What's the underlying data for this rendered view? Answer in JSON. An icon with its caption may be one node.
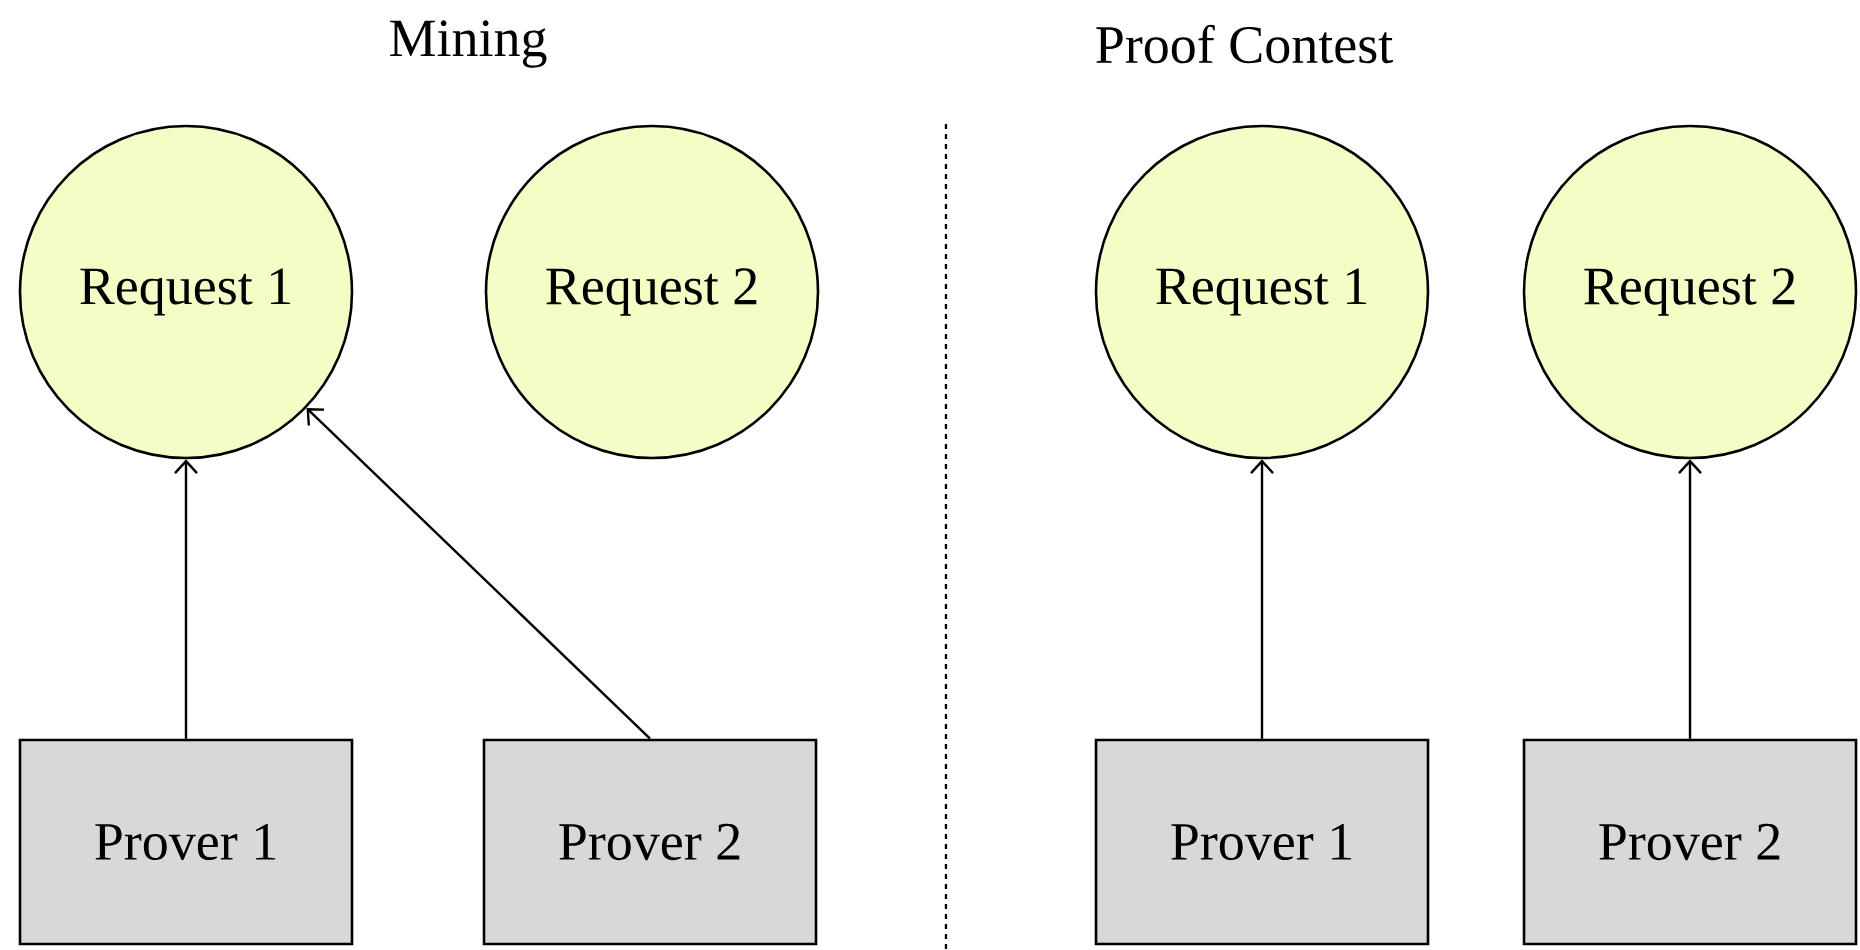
{
  "diagram": {
    "nodes": [
      {
        "text": [
          "Request 1"
        ]
      },
      {
        "text": [
          "Request 2"
        ]
      },
      {
        "text": [
          "Prover 1"
        ]
      },
      {
        "text": [
          "Prover 2"
        ]
      },
      {
        "text": [
          "Request 1"
        ]
      },
      {
        "text": [
          "Request 2"
        ]
      },
      {
        "text": [
          "Prover 1"
        ]
      },
      {
        "text": [
          "Prover 2"
        ]
      }
    ],
    "edges": [
      {
        "from": 2,
        "to": 0,
        "arrow": "to"
      },
      {
        "from": 3,
        "to": 0,
        "arrow": "to"
      },
      {
        "from": 6,
        "to": 4,
        "arrow": "to"
      },
      {
        "from": 7,
        "to": 5,
        "arrow": "to"
      }
    ],
    "labels": [
      "Mining",
      "Proof Contest"
    ]
  }
}
